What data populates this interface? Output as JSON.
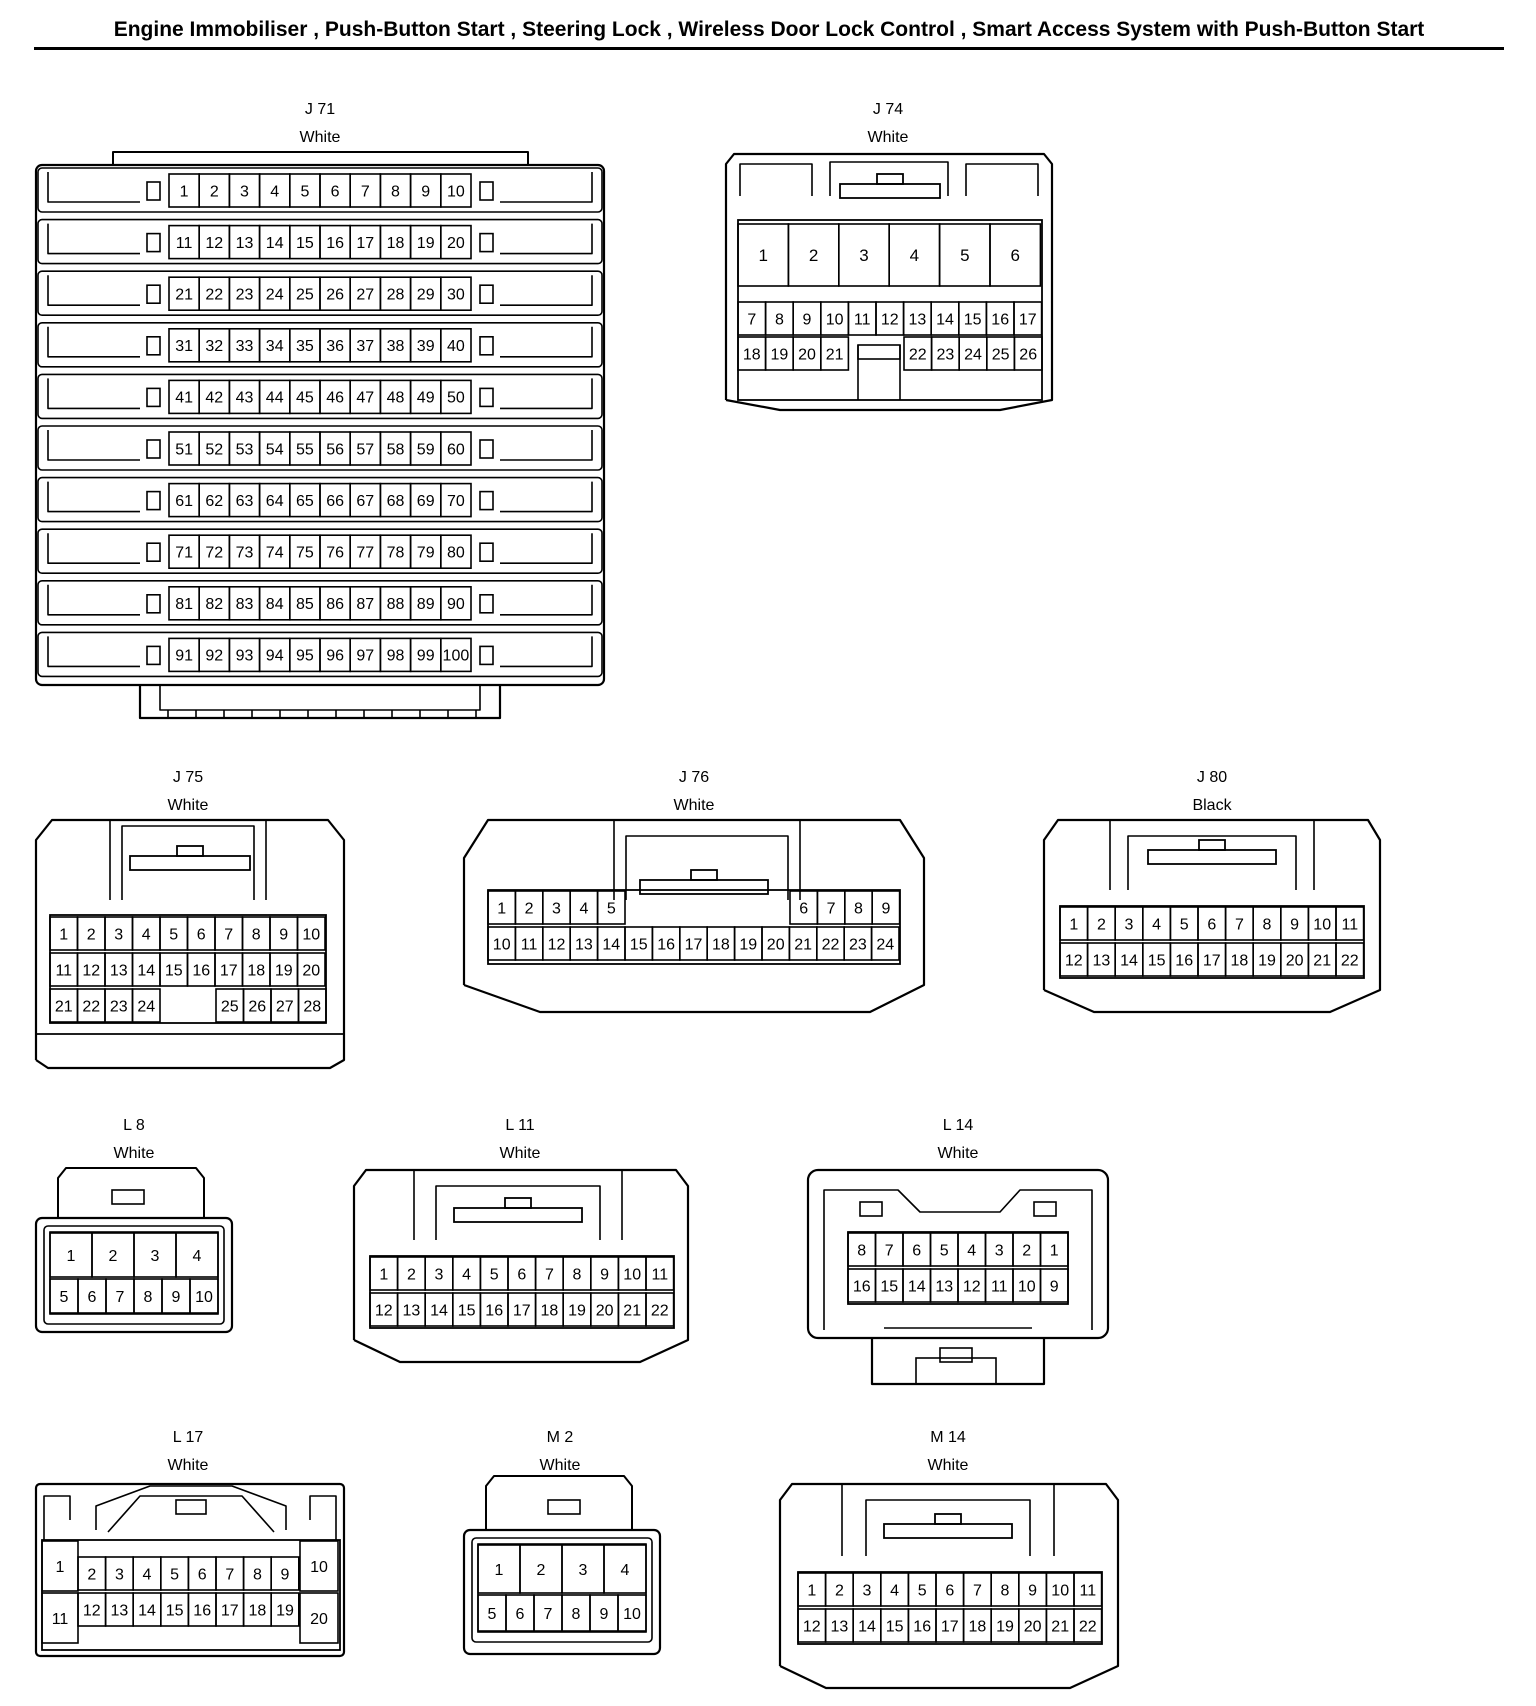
{
  "title": "Engine Immobiliser , Push-Button Start , Steering Lock , Wireless Door Lock Control , Smart Access System with Push-Button Start",
  "connectors": [
    {
      "id": "J 71",
      "color": "White",
      "pins": [
        "1",
        "2",
        "3",
        "4",
        "5",
        "6",
        "7",
        "8",
        "9",
        "10",
        "11",
        "12",
        "13",
        "14",
        "15",
        "16",
        "17",
        "18",
        "19",
        "20",
        "21",
        "22",
        "23",
        "24",
        "25",
        "26",
        "27",
        "28",
        "29",
        "30",
        "31",
        "32",
        "33",
        "34",
        "35",
        "36",
        "37",
        "38",
        "39",
        "40",
        "41",
        "42",
        "43",
        "44",
        "45",
        "46",
        "47",
        "48",
        "49",
        "50",
        "51",
        "52",
        "53",
        "54",
        "55",
        "56",
        "57",
        "58",
        "59",
        "60",
        "61",
        "62",
        "63",
        "64",
        "65",
        "66",
        "67",
        "68",
        "69",
        "70",
        "71",
        "72",
        "73",
        "74",
        "75",
        "76",
        "77",
        "78",
        "79",
        "80",
        "81",
        "82",
        "83",
        "84",
        "85",
        "86",
        "87",
        "88",
        "89",
        "90",
        "91",
        "92",
        "93",
        "94",
        "95",
        "96",
        "97",
        "98",
        "99",
        "100"
      ]
    },
    {
      "id": "J 74",
      "color": "White",
      "pins": [
        "1",
        "2",
        "3",
        "4",
        "5",
        "6",
        "7",
        "8",
        "9",
        "10",
        "11",
        "12",
        "13",
        "14",
        "15",
        "16",
        "17",
        "18",
        "19",
        "20",
        "21",
        "22",
        "23",
        "24",
        "25",
        "26"
      ]
    },
    {
      "id": "J 75",
      "color": "White",
      "pins": [
        "1",
        "2",
        "3",
        "4",
        "5",
        "6",
        "7",
        "8",
        "9",
        "10",
        "11",
        "12",
        "13",
        "14",
        "15",
        "16",
        "17",
        "18",
        "19",
        "20",
        "21",
        "22",
        "23",
        "24",
        "25",
        "26",
        "27",
        "28"
      ]
    },
    {
      "id": "J 76",
      "color": "White",
      "pins": [
        "1",
        "2",
        "3",
        "4",
        "5",
        "6",
        "7",
        "8",
        "9",
        "10",
        "11",
        "12",
        "13",
        "14",
        "15",
        "16",
        "17",
        "18",
        "19",
        "20",
        "21",
        "22",
        "23",
        "24"
      ]
    },
    {
      "id": "J 80",
      "color": "Black",
      "pins": [
        "1",
        "2",
        "3",
        "4",
        "5",
        "6",
        "7",
        "8",
        "9",
        "10",
        "11",
        "12",
        "13",
        "14",
        "15",
        "16",
        "17",
        "18",
        "19",
        "20",
        "21",
        "22"
      ]
    },
    {
      "id": "L 8",
      "color": "White",
      "pins": [
        "1",
        "2",
        "3",
        "4",
        "5",
        "6",
        "7",
        "8",
        "9",
        "10"
      ]
    },
    {
      "id": "L 11",
      "color": "White",
      "pins": [
        "1",
        "2",
        "3",
        "4",
        "5",
        "6",
        "7",
        "8",
        "9",
        "10",
        "11",
        "12",
        "13",
        "14",
        "15",
        "16",
        "17",
        "18",
        "19",
        "20",
        "21",
        "22"
      ]
    },
    {
      "id": "L 14",
      "color": "White",
      "pins": [
        "8",
        "7",
        "6",
        "5",
        "4",
        "3",
        "2",
        "1",
        "16",
        "15",
        "14",
        "13",
        "12",
        "11",
        "10",
        "9"
      ]
    },
    {
      "id": "L 17",
      "color": "White",
      "pins": [
        "1",
        "2",
        "3",
        "4",
        "5",
        "6",
        "7",
        "8",
        "9",
        "10",
        "11",
        "12",
        "13",
        "14",
        "15",
        "16",
        "17",
        "18",
        "19",
        "20"
      ]
    },
    {
      "id": "M 2",
      "color": "White",
      "pins": [
        "1",
        "2",
        "3",
        "4",
        "5",
        "6",
        "7",
        "8",
        "9",
        "10"
      ]
    },
    {
      "id": "M 14",
      "color": "White",
      "pins": [
        "1",
        "2",
        "3",
        "4",
        "5",
        "6",
        "7",
        "8",
        "9",
        "10",
        "11",
        "12",
        "13",
        "14",
        "15",
        "16",
        "17",
        "18",
        "19",
        "20",
        "21",
        "22"
      ]
    }
  ]
}
